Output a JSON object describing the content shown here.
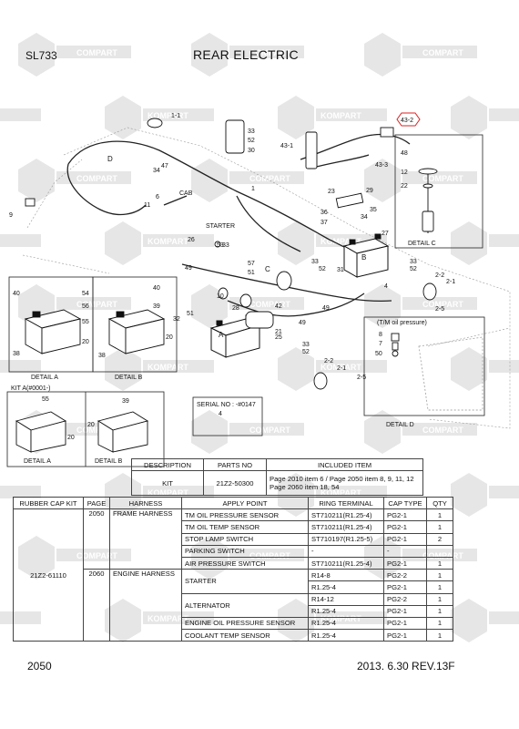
{
  "header": {
    "model": "SL733",
    "title": "REAR ELECTRIC"
  },
  "footer": {
    "page": "2050",
    "revision": "2013. 6.30  REV.13F"
  },
  "watermark": {
    "text": "COMPART",
    "alt_text": "KOMPART"
  },
  "diagram": {
    "labels": {
      "l_1_1": "1-1",
      "l_33a": "33",
      "l_52a": "52",
      "l_30": "30",
      "l_43_1": "43-1",
      "l_43_2": "43-2",
      "l_43_3": "43-3",
      "l_D": "D",
      "l_34": "34",
      "l_47": "47",
      "l_1": "1",
      "l_6": "6",
      "l_CAB": "CAB",
      "l_11": "11",
      "l_9": "9",
      "l_23": "23",
      "l_29": "29",
      "l_36": "36",
      "l_37": "37",
      "l_35": "35",
      "l_34b": "34",
      "l_27": "27",
      "l_48": "48",
      "l_12": "12",
      "l_22": "22",
      "detail_c": "DETAIL C",
      "starter": "STARTER",
      "l_26": "26",
      "l_53": "53",
      "l_33b": "33",
      "l_49a": "49",
      "l_57": "57",
      "l_51a": "51",
      "l_C": "C",
      "l_33c": "33",
      "l_52b": "52",
      "l_31": "31",
      "l_B": "B",
      "l_33d": "33",
      "l_52c": "52",
      "l_2_2a": "2-2",
      "l_2_1a": "2-1",
      "l_4a": "4",
      "l_2_5a": "2-5",
      "l_10": "10",
      "l_28": "28",
      "l_42": "42",
      "l_32": "32",
      "l_51b": "51",
      "l_A": "A",
      "l_21": "21",
      "l_25": "25",
      "l_49b": "49",
      "l_49c": "49",
      "l_33e": "33",
      "l_52d": "52",
      "l_2_2b": "2-2",
      "l_2_1b": "2-1",
      "l_2_5b": "2-5",
      "tm_oil": "(T/M oil pressure)",
      "l_8": "8",
      "l_7": "7",
      "l_50": "50",
      "detail_d": "DETAIL D",
      "l_40a": "40",
      "l_54": "54",
      "l_56": "56",
      "l_55a": "55",
      "l_20a": "20",
      "l_38a": "38",
      "detail_a": "DETAIL A",
      "l_40b": "40",
      "l_39a": "39",
      "l_20b": "20",
      "l_38b": "38",
      "detail_b": "DETAIL B",
      "serial": "SERIAL NO : -#0147",
      "l_4b": "4",
      "kit_a": "KIT A(#0001-)",
      "l_55b": "55",
      "l_20c": "20",
      "detail_a2": "DETAIL A",
      "l_39b": "39",
      "l_20d": "20",
      "detail_b2": "DETAIL B"
    }
  },
  "kit_table": {
    "headers": [
      "DESCRIPTION",
      "PARTS NO",
      "INCLUDED ITEM"
    ],
    "row": {
      "description": "KIT",
      "parts_no": "21Z2-50300",
      "included_line1": "Page 2010 item 6 / Page 2050 item 8, 9, 11, 12",
      "included_line2": "Page 2060 item 18, 54"
    }
  },
  "main_table": {
    "headers": [
      "RUBBER CAP KIT",
      "PAGE",
      "HARNESS",
      "APPLY POINT",
      "RING TERMINAL",
      "CAP TYPE",
      "QTY"
    ],
    "kit": "21Z2-61110",
    "page_2050": "2050",
    "page_2060": "2060",
    "harness_frame": "FRAME HARNESS",
    "harness_engine": "ENGINE HARNESS",
    "rows": [
      {
        "apply": "TM OIL PRESSURE SENSOR",
        "ring": "ST710211(R1.25-4)",
        "cap": "PG2-1",
        "qty": "1"
      },
      {
        "apply": "TM OIL TEMP SENSOR",
        "ring": "ST710211(R1.25-4)",
        "cap": "PG2-1",
        "qty": "1"
      },
      {
        "apply": "STOP LAMP SWITCH",
        "ring": "ST710197(R1.25-5)",
        "cap": "PG2-1",
        "qty": "2"
      },
      {
        "apply": "PARKING SWITCH",
        "ring": "-",
        "cap": "-",
        "qty": ""
      },
      {
        "apply": "AIR PRESSURE SWITCH",
        "ring": "ST710211(R1.25-4)",
        "cap": "PG2-1",
        "qty": "1"
      }
    ],
    "starter": {
      "apply": "STARTER",
      "ring1": "R14-8",
      "cap1": "PG2-2",
      "qty1": "1",
      "ring2": "R1.25-4",
      "cap2": "PG2-1",
      "qty2": "1"
    },
    "alternator": {
      "apply": "ALTERNATOR",
      "ring1": "R14-12",
      "cap1": "PG2-2",
      "qty1": "1",
      "ring2": "R1.25-4",
      "cap2": "PG2-1",
      "qty2": "1"
    },
    "engine_oil": {
      "apply": "ENGINE OIL PRESSURE SENSOR",
      "ring": "R1.25-4",
      "cap": "PG2-1",
      "qty": "1"
    },
    "coolant": {
      "apply": "COOLANT TEMP SENSOR",
      "ring": "R1.25-4",
      "cap": "PG2-1",
      "qty": "1"
    }
  }
}
